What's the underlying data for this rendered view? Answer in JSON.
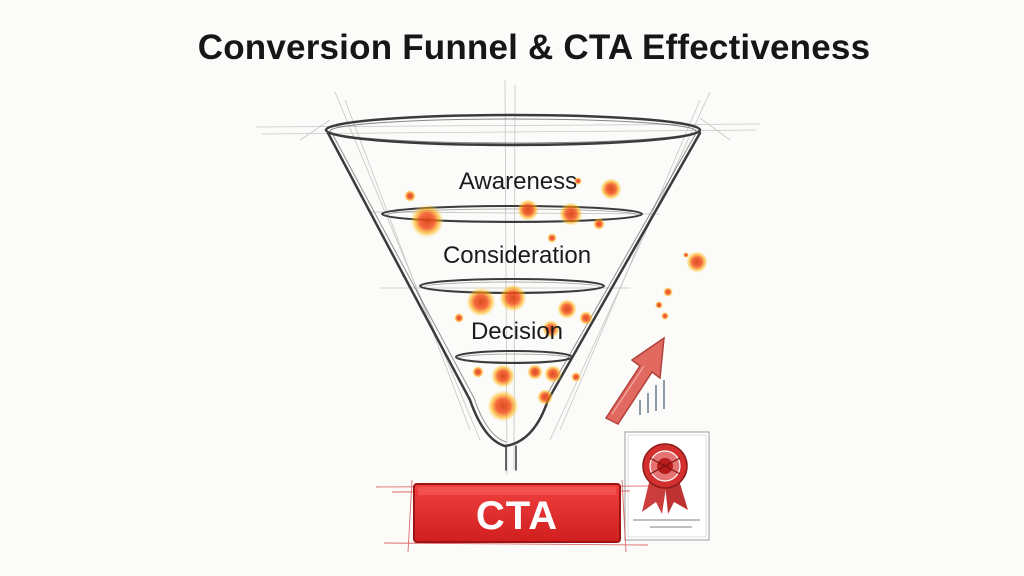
{
  "title": "Conversion Funnel & CTA Effectiveness",
  "funnel": {
    "stages": [
      {
        "label": "Awareness"
      },
      {
        "label": "Consideration"
      },
      {
        "label": "Decision"
      }
    ]
  },
  "cta": {
    "label": "CTA"
  },
  "colors": {
    "cta_red": "#e32a2a",
    "arrow_red": "#d9473f",
    "dot_core": "#e64a19",
    "dot_glow": "#ffc107",
    "badge_red": "#c62828",
    "sketch": "#555555"
  },
  "icons": {
    "arrow": "trend-up-arrow-icon",
    "badge": "award-badge-icon"
  }
}
